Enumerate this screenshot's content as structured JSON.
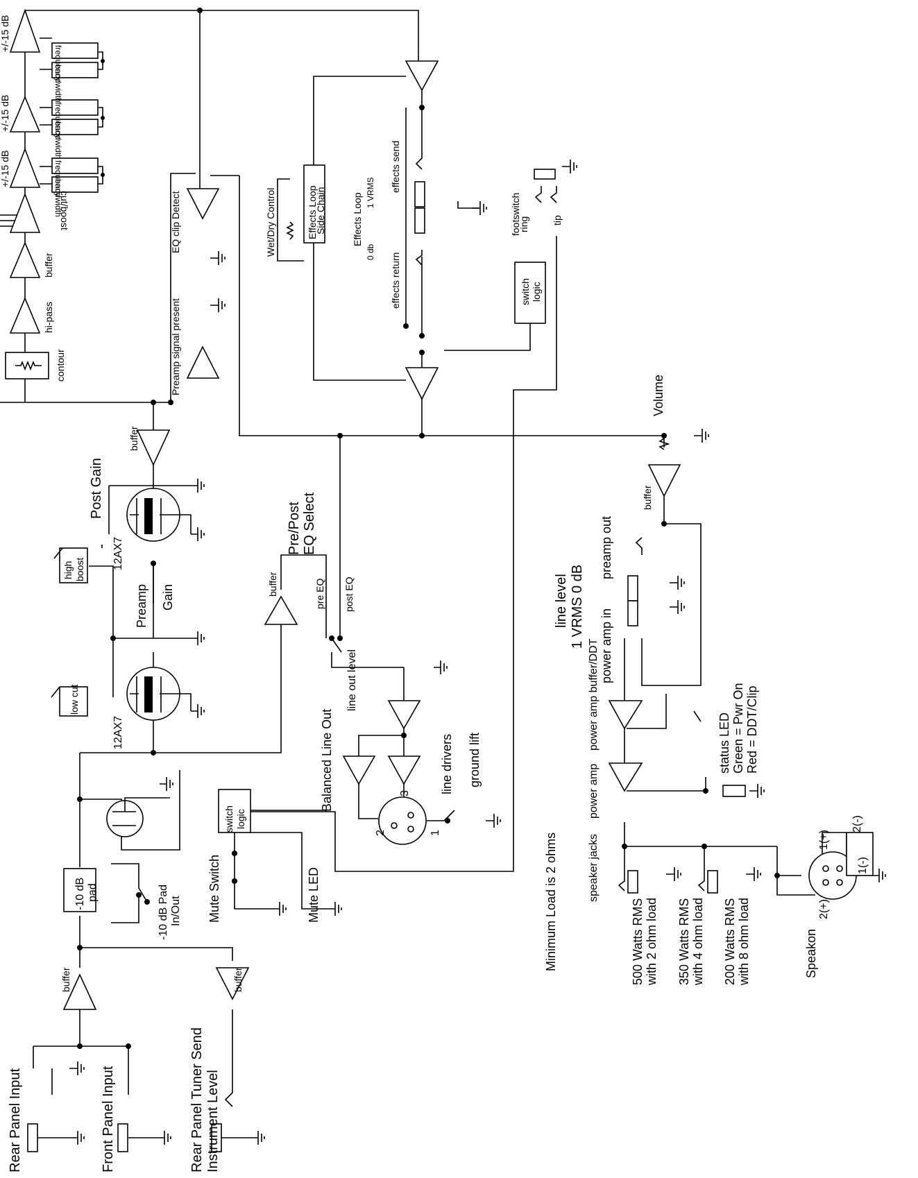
{
  "labels": {
    "rear_panel_input": "Rear Panel Input",
    "front_panel_input": "Front Panel Input",
    "tuner_send_line1": "Rear Panel Tuner Send",
    "tuner_send_line2": "Instrument Level",
    "buffer": "buffer",
    "pad": "-10 dB\npad",
    "pad_in_out_line1": "-10 dB Pad",
    "pad_in_out_line2": "In/Out",
    "mute_switch": "Mute Switch",
    "mute_led": "Mute LED",
    "switch_logic": "switch\nlogic",
    "low_cut": "low cut",
    "high_boost": "high\nboost",
    "tube_1": "12AX7",
    "tube_2": "12AX7",
    "preamp_gain_line1": "Preamp",
    "preamp_gain_line2": "Gain",
    "post_gain": "Post Gain",
    "pre_post_eq_line1": "Pre/Post",
    "pre_post_eq_line2": "EQ Select",
    "pre_eq": "pre EQ",
    "post_eq": "post EQ",
    "line_out_level": "line out level",
    "balanced_line_out": "Balanced Line Out",
    "line_drivers": "line drivers",
    "ground_lift": "ground lift",
    "xlr_pin_1": "1",
    "xlr_pin_2": "2",
    "xlr_pin_3": "3",
    "contour": "contour",
    "hi_pass": "hi-pass",
    "cut_boost": "cut/boost",
    "bandwidth": "bandwidth",
    "frequency": "frequency",
    "eq_band_gain": "+/-15 dB",
    "preamp_signal_present": "Preamp signal present",
    "eq_clip_detect": "EQ clip Detect",
    "wet_dry_control": "Wet/Dry Control",
    "effects_loop_side_chain_line1": "Effects Loop",
    "effects_loop_side_chain_line2": "Side Chain",
    "effects_loop": "Effects Loop",
    "zero_db": "0 db",
    "one_vrms": "1 VRMS",
    "effects_return": "effects return",
    "effects_send": "effects send",
    "footswitch": "footswitch",
    "ring": "ring",
    "tip": "tip",
    "volume": "Volume",
    "preamp_out": "preamp out",
    "power_amp_in": "power amp in",
    "line_level_line1": "line level",
    "line_level_line2": "1 VRMS 0 dB",
    "power_amp_buffer_ddt": "power amp buffer/DDT",
    "power_amp": "power amp",
    "status_led_line1": "status LED",
    "status_led_line2": "Green = Pwr On",
    "status_led_line3": "Red = DDT/Clip",
    "speaker_jacks": "speaker jacks",
    "minimum_load": "Minimum Load is 2 ohms",
    "rating_500_line1": "500 Watts RMS",
    "rating_500_line2": "with 2 ohm load",
    "rating_350_line1": "350 Watts RMS",
    "rating_350_line2": "with 4 ohm load",
    "rating_200_line1": "200 Watts RMS",
    "rating_200_line2": "with 8 ohm load",
    "speakon": "Speakon",
    "speakon_1_plus": "1(+)",
    "speakon_2_minus": "2(-)",
    "speakon_2_plus": "2(+)",
    "speakon_1_minus": "1(-)"
  }
}
